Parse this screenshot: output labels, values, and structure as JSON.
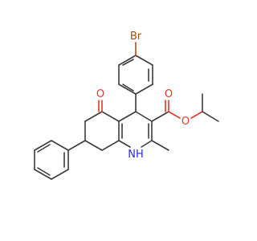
{
  "molecule": {
    "atom_labels": {
      "bromine": "Br",
      "ketone_oxygen": "O",
      "carbonyl_oxygen": "O",
      "ester_oxygen": "O",
      "amine": "NH"
    },
    "colors": {
      "bond": "#3c3c3c",
      "oxygen": "#e03a2a",
      "nitrogen": "#2a2ad6",
      "bromine": "#a0501f"
    }
  }
}
